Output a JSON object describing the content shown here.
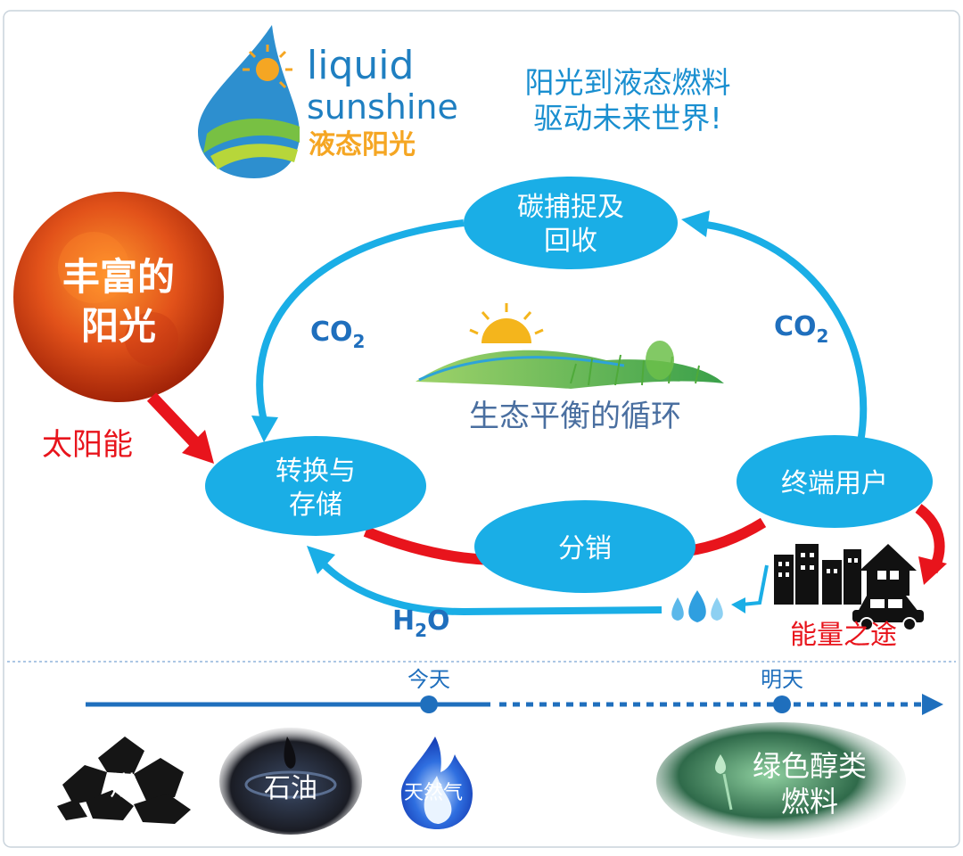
{
  "logo": {
    "word1": "liquid",
    "word2": "sunshine",
    "cn": "液态阳光"
  },
  "tagline": {
    "line1": "阳光到液态燃料",
    "line2": "驱动未来世界!"
  },
  "sun": {
    "line1": "丰富的",
    "line2": "阳光",
    "arrow_label": "太阳能"
  },
  "nodes": {
    "capture": {
      "line1": "碳捕捉及",
      "line2": "回收"
    },
    "convert": {
      "line1": "转换与",
      "line2": "存储"
    },
    "distribute": {
      "label": "分销"
    },
    "enduser": {
      "label": "终端用户"
    }
  },
  "flows": {
    "co2_left": {
      "main": "CO",
      "sub": "2"
    },
    "co2_right": {
      "main": "CO",
      "sub": "2"
    },
    "h2o": {
      "pre": "H",
      "sub": "2",
      "post": "O"
    }
  },
  "center_label": "生态平衡的循环",
  "energy_label": "能量之途",
  "timeline": {
    "today": "今天",
    "tomorrow": "明天"
  },
  "fuels": {
    "coal": "煤",
    "oil": "石油",
    "gas": "天然气",
    "green_line1": "绿色醇类",
    "green_line2": "燃料"
  },
  "icons": [
    "liquid-sunshine-logo-icon",
    "sun-icon",
    "landscape-icon",
    "city-buildings-icon",
    "house-icon",
    "car-icon",
    "water-drops-icon",
    "coal-icon",
    "oil-icon",
    "gas-flame-icon",
    "green-fuel-icon"
  ],
  "colors": {
    "ellipse": "#1aaee6",
    "cycle_blue": "#1aaee6",
    "energy_red": "#e8141c",
    "timeline": "#1f6fbd",
    "logo_blue": "#1f7fc1",
    "logo_orange": "#f5a623"
  }
}
